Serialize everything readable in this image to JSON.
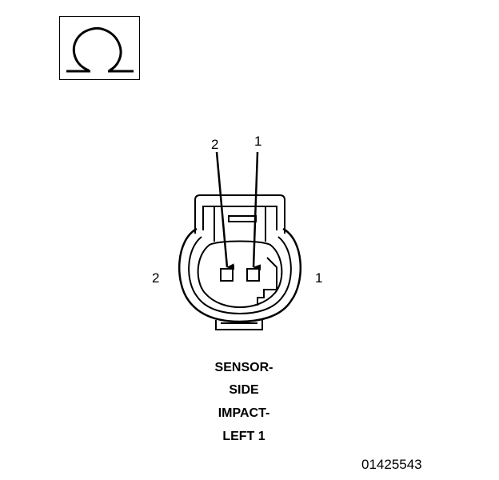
{
  "symbol": {
    "icon": "ohm-icon",
    "glyph": "Ω"
  },
  "callouts": {
    "top_left": "2",
    "top_right": "1"
  },
  "side_labels": {
    "left": "2",
    "right": "1"
  },
  "caption": {
    "line1": "SENSOR-",
    "line2": "SIDE",
    "line3": "IMPACT-",
    "line4": "LEFT 1"
  },
  "figure_id": "01425543"
}
